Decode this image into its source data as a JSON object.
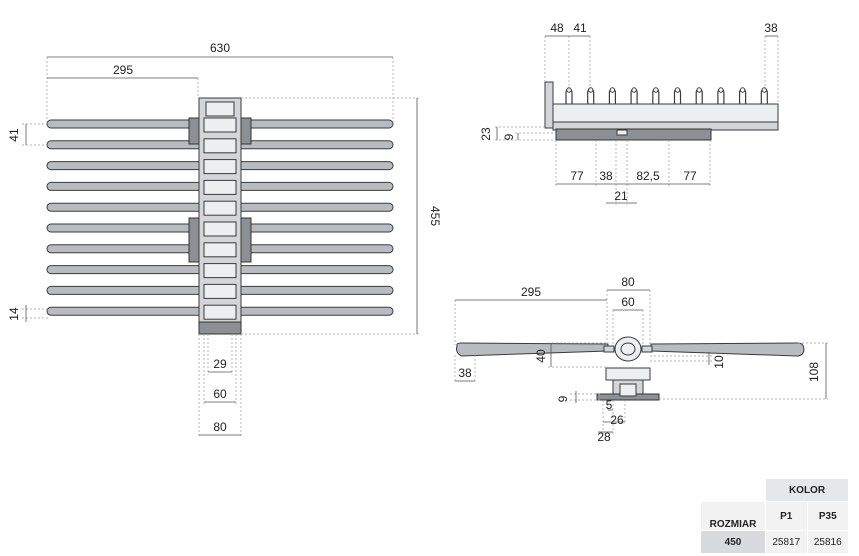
{
  "front_view": {
    "width_total": "630",
    "half_width": "295",
    "height_total": "455",
    "rod_spacing": "41",
    "rod_diameter": "14",
    "body_29": "29",
    "body_60": "60",
    "body_80": "80"
  },
  "side_view": {
    "top_48": "48",
    "top_41": "41",
    "top_38": "38",
    "left_23": "23",
    "left_9": "9",
    "bottom_77a": "77",
    "bottom_38": "38",
    "bottom_825": "82,5",
    "bottom_77b": "77",
    "bottom_21": "21"
  },
  "top_view": {
    "arm_295": "295",
    "top_80": "80",
    "top_60": "60",
    "left_38": "38",
    "mid_40": "40",
    "mid_10": "10",
    "right_108": "108",
    "low_9": "9",
    "low_5": "5",
    "low_26": "26",
    "low_28": "28"
  },
  "spec_table": {
    "color_header": "KOLOR",
    "size_header": "ROZMIAR",
    "col_p1": "P1",
    "col_p35": "P35",
    "size_value": "450",
    "code_p1": "25817",
    "code_p35": "25816"
  }
}
